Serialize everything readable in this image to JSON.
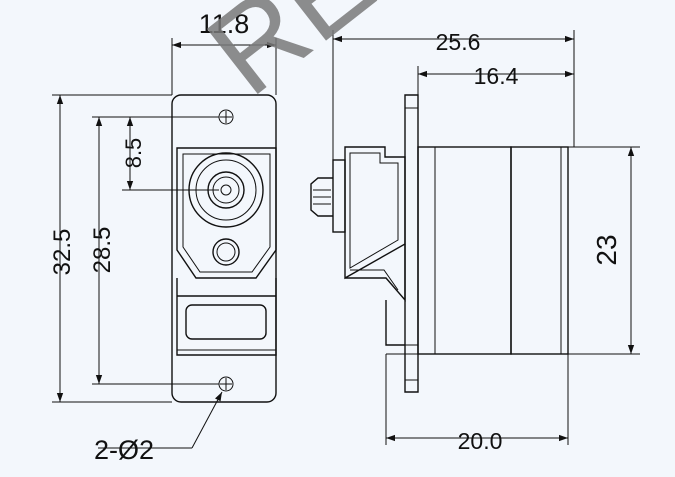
{
  "watermark": "RE",
  "dimensions": {
    "width_top": "11.8",
    "side_length": "25.6",
    "body_length": "16.4",
    "bottom_length": "20.0",
    "height_right": "23",
    "overall_height": "32.5",
    "hole_pitch": "28.5",
    "shaft_offset": "8.5",
    "hole_callout": "2-Ø2"
  },
  "colors": {
    "line": "#111111",
    "background": "#f3f7fc",
    "watermark": "#7a7a7a"
  }
}
